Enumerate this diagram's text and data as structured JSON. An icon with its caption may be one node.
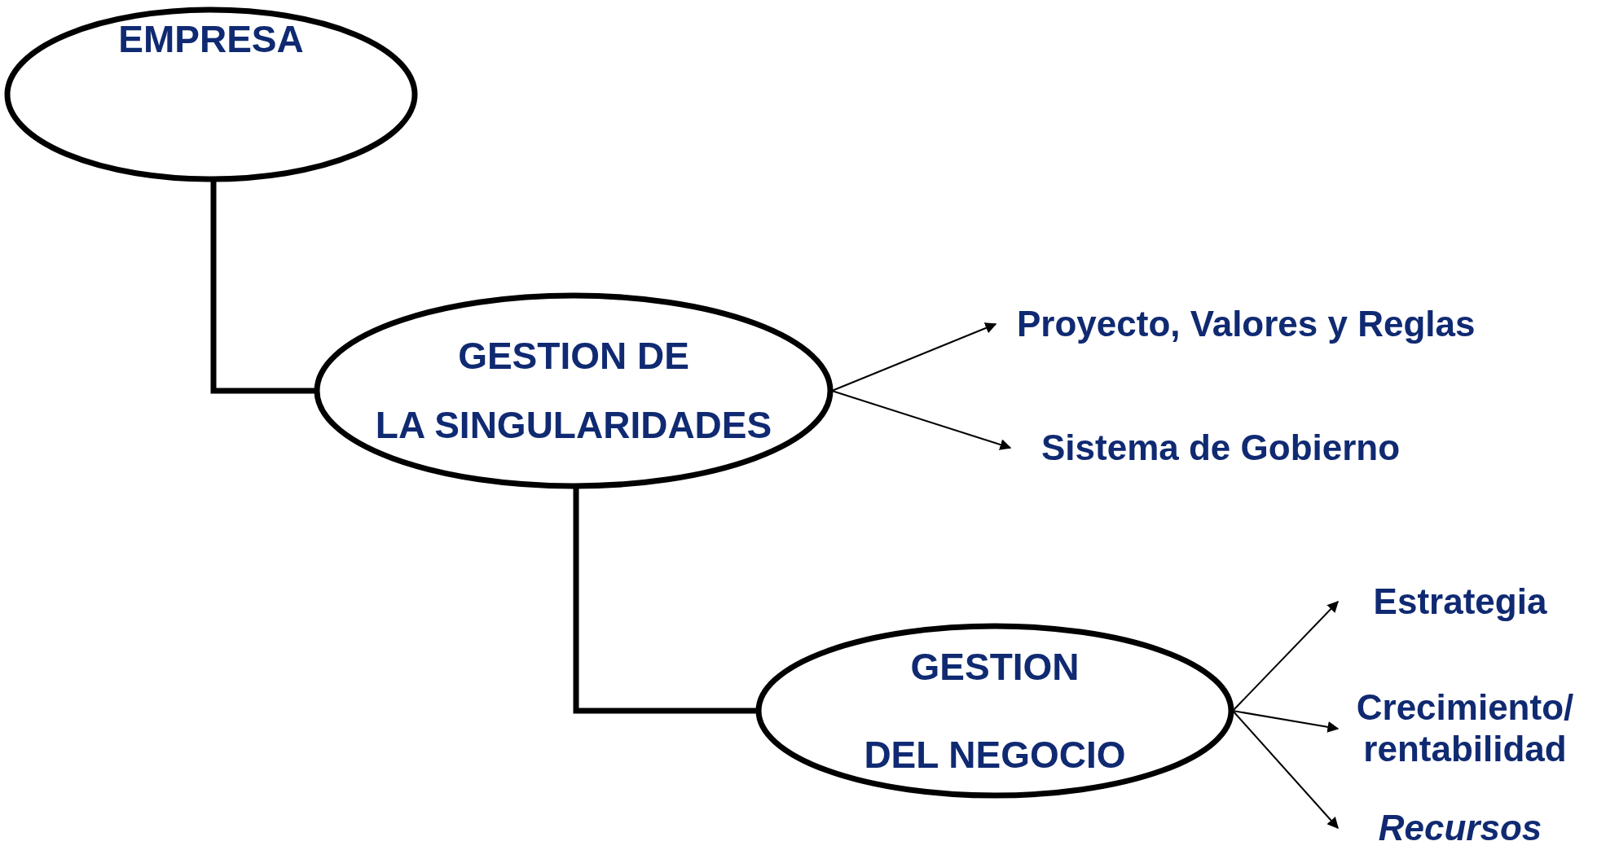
{
  "diagram": {
    "nodes": [
      {
        "text": [
          "EMPRESA"
        ]
      },
      {
        "text": [
          "GESTION DE",
          "LA SINGULARIDADES"
        ]
      },
      {
        "text": [
          "Proyecto, Valores y Reglas"
        ]
      },
      {
        "text": [
          "Sistema de Gobierno"
        ]
      },
      {
        "text": [
          "GESTION",
          "DEL NEGOCIO"
        ]
      },
      {
        "text": [
          "Estrategia"
        ]
      },
      {
        "text": [
          "Crecimiento/ rentabilidad"
        ]
      },
      {
        "text": [
          "Recursos"
        ]
      }
    ],
    "edges": [
      {
        "from": 0,
        "to": 1,
        "arrow": "none",
        "style": "thick"
      },
      {
        "from": 1,
        "to": 2,
        "arrow": "to"
      },
      {
        "from": 1,
        "to": 3,
        "arrow": "to"
      },
      {
        "from": 1,
        "to": 4,
        "arrow": "none",
        "style": "thick"
      },
      {
        "from": 4,
        "to": 5,
        "arrow": "to"
      },
      {
        "from": 4,
        "to": 6,
        "arrow": "to"
      },
      {
        "from": 4,
        "to": 7,
        "arrow": "to"
      }
    ]
  }
}
